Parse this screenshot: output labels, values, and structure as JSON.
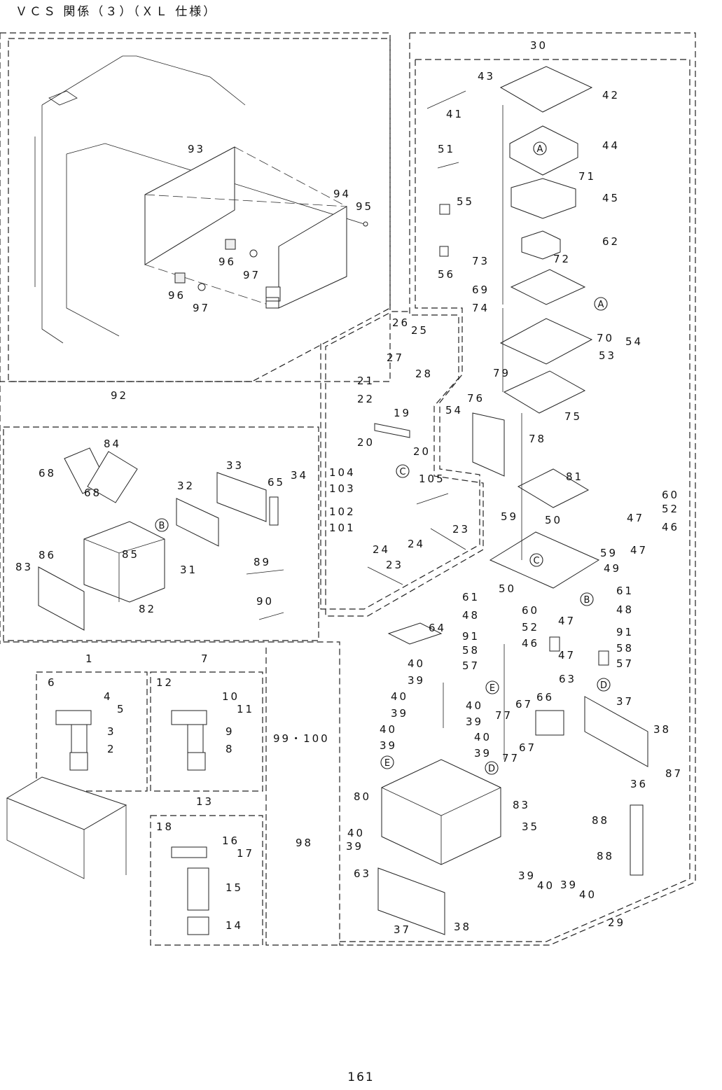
{
  "title": "ＶＣＳ 関係（３）（ＸＬ 仕様）",
  "page_number": "161",
  "labels": {
    "n1": "1",
    "n2": "2",
    "n3": "3",
    "n4": "4",
    "n5": "5",
    "n6": "6",
    "n7": "7",
    "n8": "8",
    "n9": "9",
    "n10": "10",
    "n11": "11",
    "n12": "12",
    "n13": "13",
    "n14": "14",
    "n15": "15",
    "n16": "16",
    "n17": "17",
    "n18": "18",
    "n19": "19",
    "n20": "20",
    "n21": "21",
    "n22": "22",
    "n23": "23",
    "n24": "24",
    "n25": "25",
    "n26": "26",
    "n27": "27",
    "n28": "28",
    "n29": "29",
    "n30": "30",
    "n31": "31",
    "n32": "32",
    "n33": "33",
    "n34": "34",
    "n35": "35",
    "n36": "36",
    "n37": "37",
    "n38": "38",
    "n39": "39",
    "n40": "40",
    "n41": "41",
    "n42": "42",
    "n43": "43",
    "n44": "44",
    "n45": "45",
    "n46": "46",
    "n47": "47",
    "n48": "48",
    "n49": "49",
    "n50": "50",
    "n51": "51",
    "n52": "52",
    "n53": "53",
    "n54": "54",
    "n55": "55",
    "n56": "56",
    "n57": "57",
    "n58": "58",
    "n59": "59",
    "n60": "60",
    "n61": "61",
    "n62": "62",
    "n63": "63",
    "n64": "64",
    "n65": "65",
    "n66": "66",
    "n67": "67",
    "n68": "68",
    "n69": "69",
    "n70": "70",
    "n71": "71",
    "n72": "72",
    "n73": "73",
    "n74": "74",
    "n75": "75",
    "n76": "76",
    "n77": "77",
    "n78": "78",
    "n79": "79",
    "n80": "80",
    "n81": "81",
    "n82": "82",
    "n83": "83",
    "n84": "84",
    "n85": "85",
    "n86": "86",
    "n87": "87",
    "n88": "88",
    "n89": "89",
    "n90": "90",
    "n91": "91",
    "n92": "92",
    "n93": "93",
    "n94": "94",
    "n95": "95",
    "n96": "96",
    "n97": "97",
    "n98": "98",
    "n99_100": "99・100",
    "n101": "101",
    "n102": "102",
    "n103": "103",
    "n104": "104",
    "n105": "105"
  },
  "reference_marks": {
    "A": "A",
    "B": "B",
    "C": "C",
    "D": "D",
    "E": "E"
  }
}
